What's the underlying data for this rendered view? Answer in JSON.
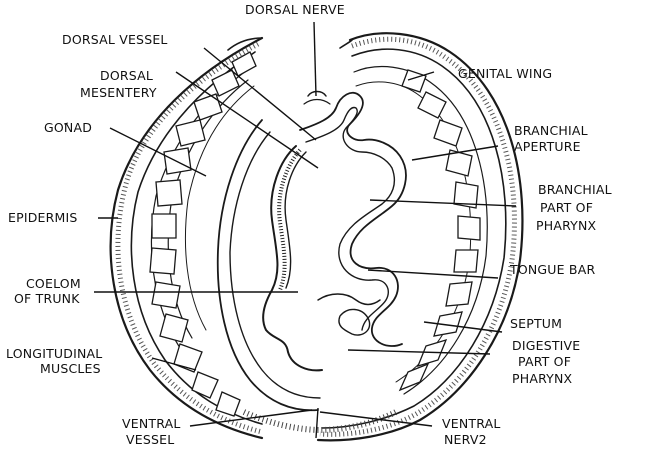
{
  "labels": {
    "dorsal_nerve": "DORSAL NERVE",
    "dorsal_vessel": "DORSAL VESSEL",
    "dorsal_mesentery_1": "DORSAL",
    "dorsal_mesentery_2": "MESENTERY",
    "gonad": "GONAD",
    "epidermis": "EPIDERMIS",
    "coelom_1": "COELOM",
    "coelom_2": "OF TRUNK",
    "longitudinal_1": "LONGITUDINAL",
    "longitudinal_2": "MUSCLES",
    "ventral_vessel_1": "VENTRAL",
    "ventral_vessel_2": "VESSEL",
    "genital_wing": "GENITAL WING",
    "branchial_aperture_1": "BRANCHIAL",
    "branchial_aperture_2": "APERTURE",
    "branchial_part_1": "BRANCHIAL",
    "branchial_part_2": "PART OF",
    "branchial_part_3": "PHARYNX",
    "tongue_bar": "TONGUE BAR",
    "septum": "SEPTUM",
    "digestive_1": "DIGESTIVE",
    "digestive_2": "PART OF",
    "digestive_3": "PHARYNX",
    "ventral_nerve_1": "VENTRAL",
    "ventral_nerve_2": "NERV2"
  }
}
